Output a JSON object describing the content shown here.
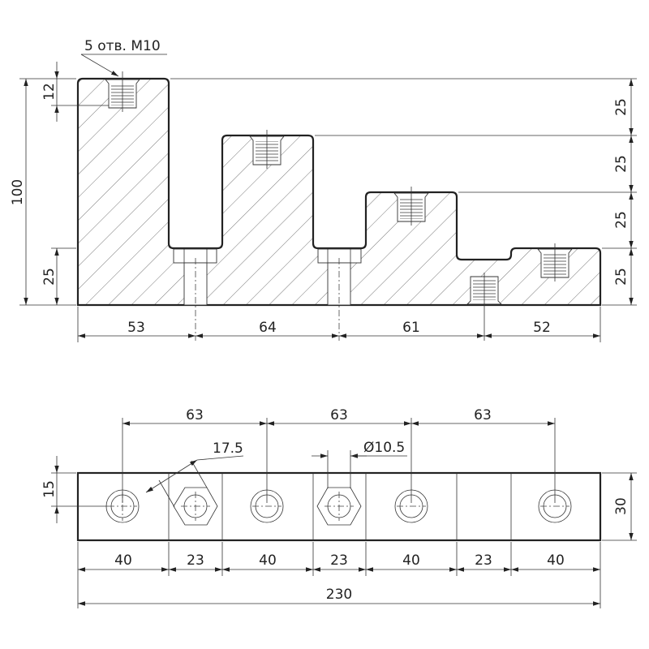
{
  "drawing": {
    "note_holes": "5 отв. M10",
    "front_view": {
      "dims_bottom": [
        "53",
        "64",
        "61",
        "52"
      ],
      "dims_right": [
        "25",
        "25",
        "25",
        "25"
      ],
      "dim_total_height": "100",
      "dim_base_height": "25",
      "dim_thread_depth": "12"
    },
    "top_view": {
      "dims_pitch": [
        "63",
        "63",
        "63"
      ],
      "dim_hex": "17.5",
      "dim_hole_diameter": "Ø10.5",
      "dim_half_width": "15",
      "dim_width": "30",
      "dims_segments": [
        "40",
        "23",
        "40",
        "23",
        "40",
        "23",
        "40"
      ],
      "dim_total_length": "230"
    }
  }
}
